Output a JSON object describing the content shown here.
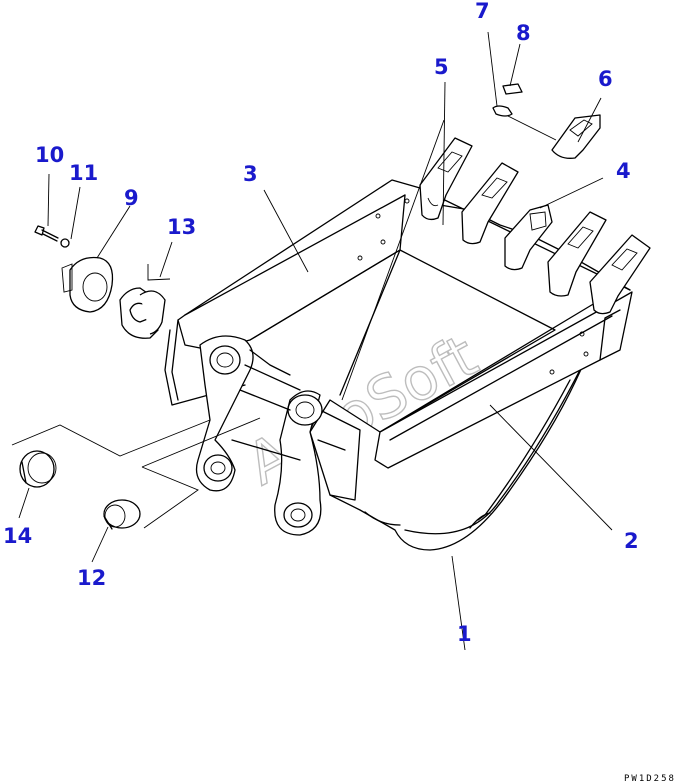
{
  "watermark": "AutoSoft",
  "drawing_code": "PW1D258",
  "parts": [
    {
      "label": "1"
    },
    {
      "label": "2"
    },
    {
      "label": "3"
    },
    {
      "label": "4"
    },
    {
      "label": "5"
    },
    {
      "label": "6"
    },
    {
      "label": "7"
    },
    {
      "label": "8"
    },
    {
      "label": "9"
    },
    {
      "label": "10"
    },
    {
      "label": "11"
    },
    {
      "label": "12"
    },
    {
      "label": "13"
    },
    {
      "label": "14"
    }
  ],
  "colors": {
    "label": "#1a1acc",
    "line": "#000000",
    "watermark": "#bdbdbd"
  }
}
